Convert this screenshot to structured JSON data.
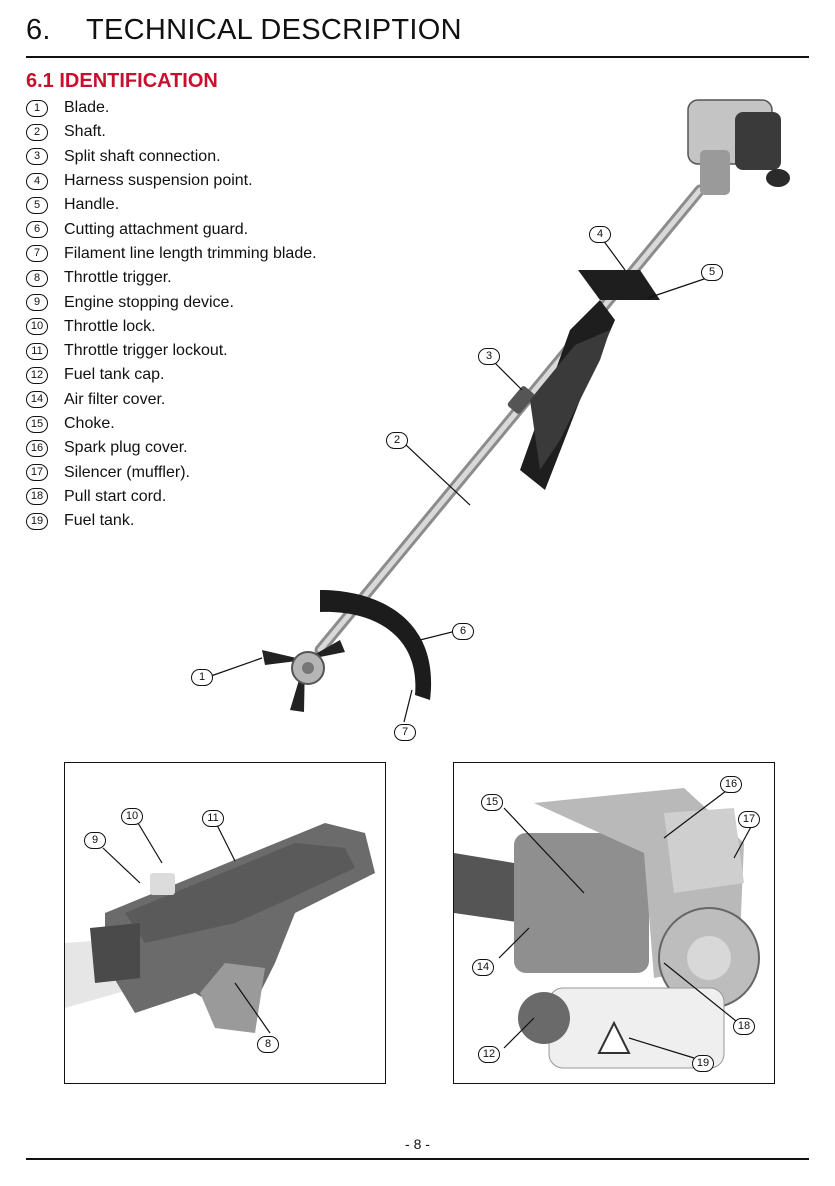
{
  "header": {
    "chapter_number": "6.",
    "chapter_title": "TECHNICAL DESCRIPTION"
  },
  "section": {
    "title": "6.1 IDENTIFICATION"
  },
  "parts": [
    {
      "num": "1",
      "label": "Blade."
    },
    {
      "num": "2",
      "label": "Shaft."
    },
    {
      "num": "3",
      "label": "Split shaft connection."
    },
    {
      "num": "4",
      "label": "Harness suspension point."
    },
    {
      "num": "5",
      "label": "Handle."
    },
    {
      "num": "6",
      "label": "Cutting attachment guard."
    },
    {
      "num": "7",
      "label": "Filament line length trimming blade."
    },
    {
      "num": "8",
      "label": "Throttle trigger."
    },
    {
      "num": "9",
      "label": "Engine stopping device."
    },
    {
      "num": "10",
      "label": "Throttle lock."
    },
    {
      "num": "11",
      "label": "Throttle trigger lockout."
    },
    {
      "num": "12",
      "label": "Fuel tank cap."
    },
    {
      "num": "14",
      "label": "Air filter cover."
    },
    {
      "num": "15",
      "label": "Choke."
    },
    {
      "num": "16",
      "label": "Spark plug cover."
    },
    {
      "num": "17",
      "label": "Silencer (muffler)."
    },
    {
      "num": "18",
      "label": "Pull start cord."
    },
    {
      "num": "19",
      "label": "Fuel tank."
    }
  ],
  "callouts": {
    "c1": "1",
    "c2": "2",
    "c3": "3",
    "c4": "4",
    "c5": "5",
    "c6": "6",
    "c7": "7",
    "c8": "8",
    "c9": "9",
    "c10": "10",
    "c11": "11",
    "c12": "12",
    "c14": "14",
    "c15": "15",
    "c16": "16",
    "c17": "17",
    "c18": "18",
    "c19": "19"
  },
  "footer": {
    "page_number": "- 8 -"
  }
}
